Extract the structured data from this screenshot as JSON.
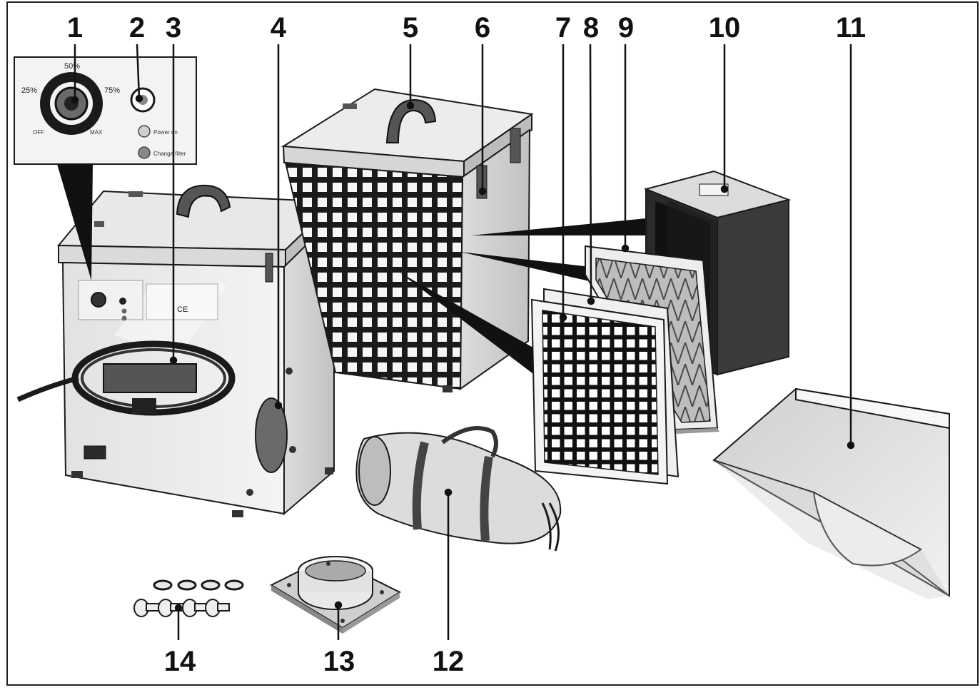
{
  "diagram": {
    "callouts": [
      {
        "id": "1",
        "label": "1"
      },
      {
        "id": "2",
        "label": "2"
      },
      {
        "id": "3",
        "label": "3"
      },
      {
        "id": "4",
        "label": "4"
      },
      {
        "id": "5",
        "label": "5"
      },
      {
        "id": "6",
        "label": "6"
      },
      {
        "id": "7",
        "label": "7"
      },
      {
        "id": "8",
        "label": "8"
      },
      {
        "id": "9",
        "label": "9"
      },
      {
        "id": "10",
        "label": "10"
      },
      {
        "id": "11",
        "label": "11"
      },
      {
        "id": "12",
        "label": "12"
      },
      {
        "id": "13",
        "label": "13"
      },
      {
        "id": "14",
        "label": "14"
      }
    ],
    "control_panel": {
      "dial_25": "25%",
      "dial_50": "50%",
      "dial_75": "75%",
      "dial_off": "OFF",
      "dial_max": "MAX",
      "power_on": "Power on",
      "change_filter": "Change filter"
    },
    "unit_label": "CE"
  },
  "colors": {
    "outline": "#1a1a1a",
    "metal_light": "#ededed",
    "metal_mid": "#d4d4d4",
    "metal_dark": "#a9a9a9",
    "handle": "#555555",
    "filter_black": "#222222",
    "background": "#ffffff"
  }
}
